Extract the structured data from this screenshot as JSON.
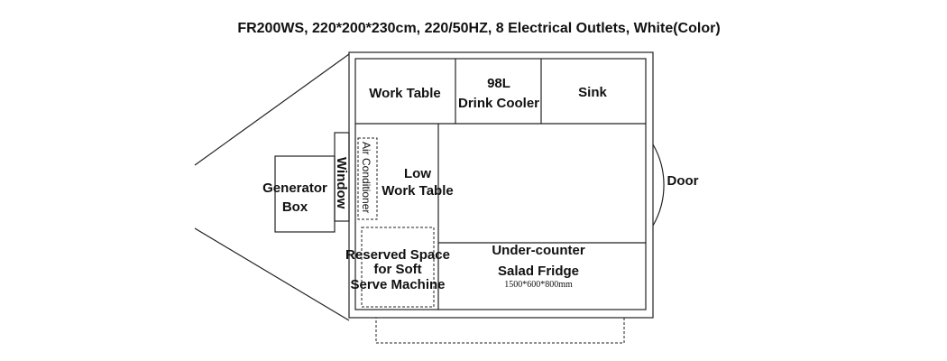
{
  "title": "FR200WS, 220*200*230cm, 220/50HZ, 8 Electrical Outlets, White(Color)",
  "labels": {
    "work_table": "Work Table",
    "drink_cooler_line1": "98L",
    "drink_cooler_line2": "Drink Cooler",
    "sink": "Sink",
    "air_conditioner": "Air Conditioner",
    "low_work_table_line1": "Low",
    "low_work_table_line2": "Work Table",
    "window": "Window",
    "generator_box_line1": "Generator",
    "generator_box_line2": "Box",
    "door": "Door",
    "reserved_line1": "Reserved Space",
    "reserved_line2": "for Soft",
    "reserved_line3": "Serve Machine",
    "fridge_line1": "Under-counter",
    "fridge_line2": "Salad Fridge",
    "fridge_dims": "1500*600*800mm"
  }
}
